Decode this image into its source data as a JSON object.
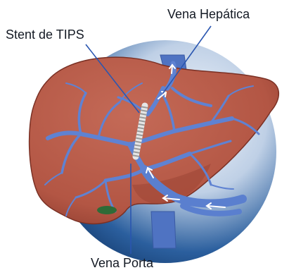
{
  "labels": {
    "stent": "Stent de TIPS",
    "hepatic_vein": "Vena Hepática",
    "portal_vein": "Vena Porta"
  },
  "colors": {
    "liver": "#b95a48",
    "liver_shadow": "#8e3f32",
    "vessel": "#5a7fcf",
    "vessel_dark": "#3d5ea8",
    "circle_bg": "#1e4f8a",
    "circle_light": "#d9e3ef",
    "stent": "#dcdcdc",
    "gallbladder": "#2e6b37",
    "leader_line": "#2a56b0",
    "arrow": "#ffffff"
  }
}
